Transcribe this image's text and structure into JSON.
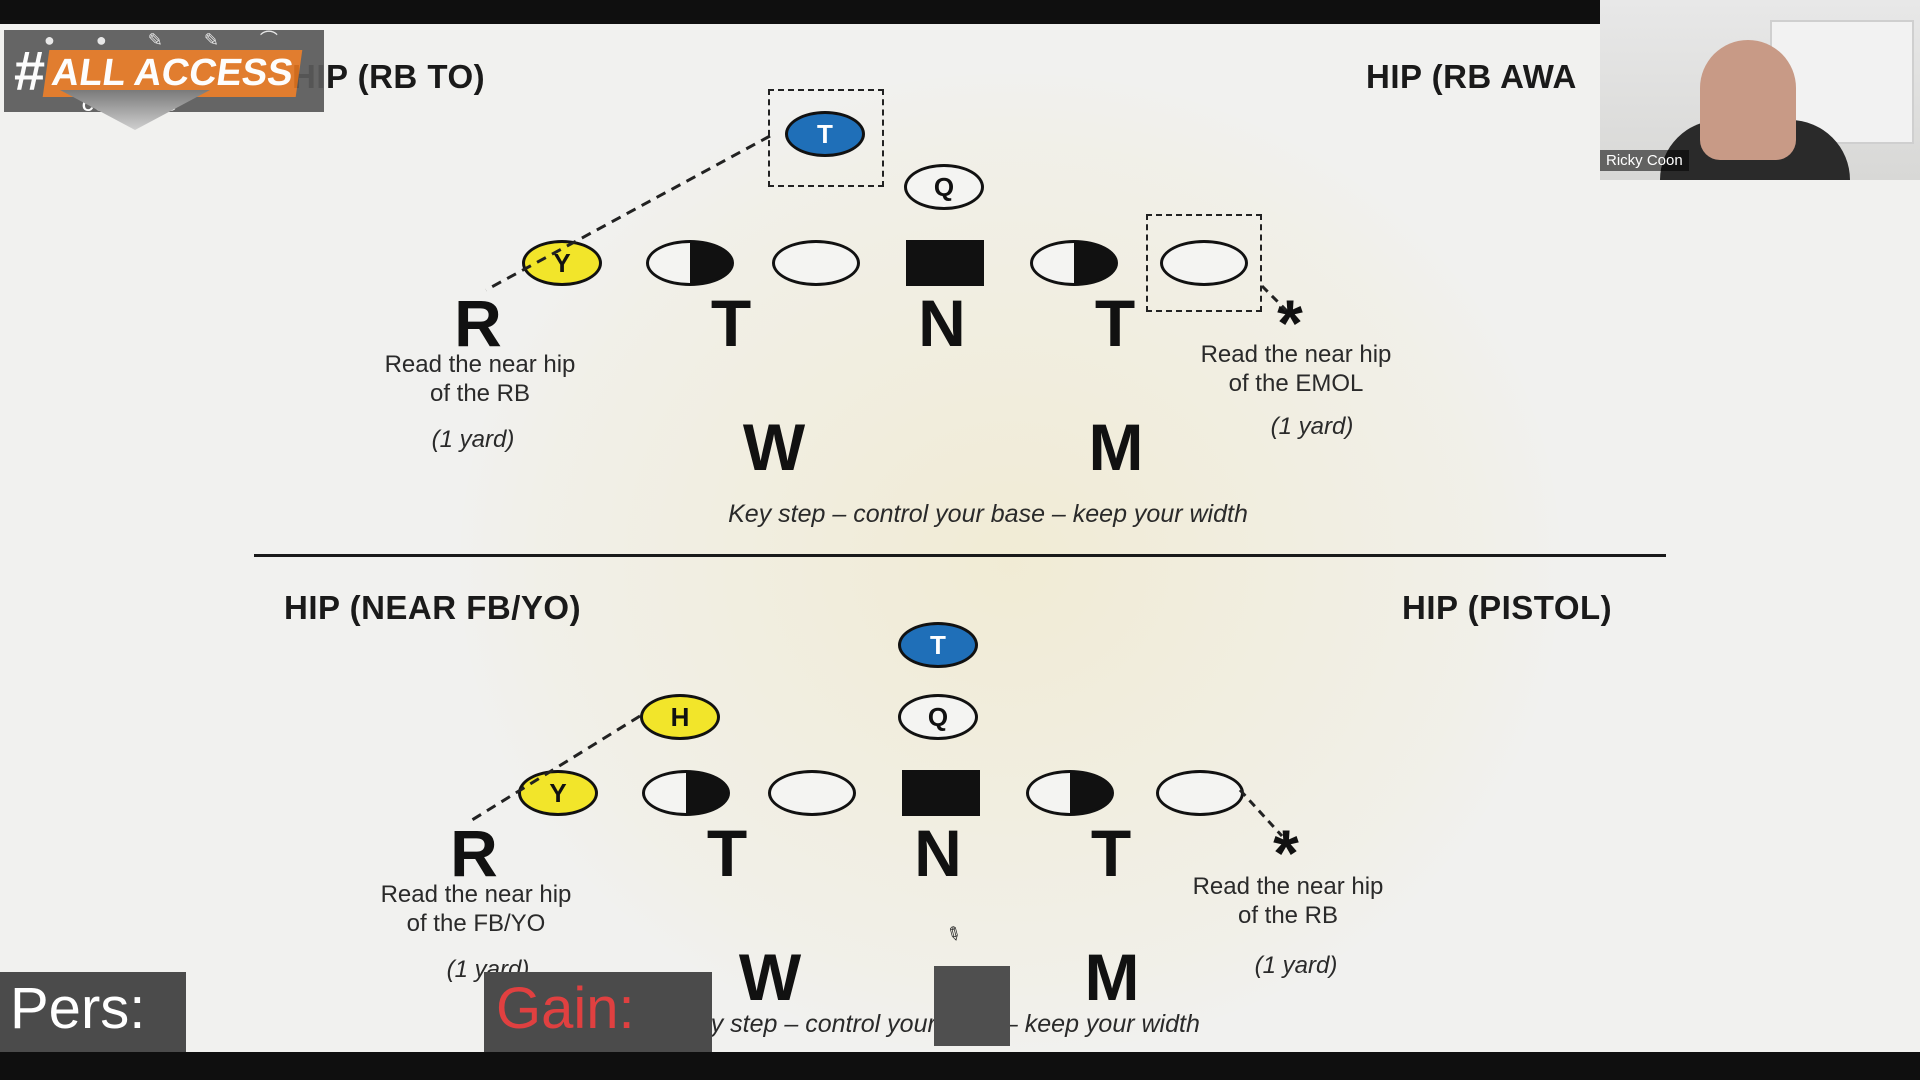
{
  "slide": {
    "top_left_title": "HIP (RB TO)",
    "top_right_title": "HIP (RB AWA",
    "bottom_left_title": "HIP (NEAR FB/YO)",
    "bottom_right_title": "HIP (PISTOL)",
    "key_step": "Key step – control your base – keep your width",
    "top": {
      "tokens": {
        "T": "T",
        "Q": "Q",
        "Y": "Y"
      },
      "letters": [
        "R",
        "T",
        "N",
        "T",
        "*",
        "W",
        "M"
      ],
      "left_note_line1": "Read the near hip",
      "left_note_line2": "of the RB",
      "left_yard": "(1 yard)",
      "right_note_line1": "Read the near hip",
      "right_note_line2": "of the EMOL",
      "right_yard": "(1 yard)"
    },
    "bottom": {
      "tokens": {
        "T": "T",
        "Q": "Q",
        "H": "H",
        "Y": "Y"
      },
      "letters": [
        "R",
        "T",
        "N",
        "T",
        "*",
        "W",
        "M"
      ],
      "left_note_line1": "Read the near hip",
      "left_note_line2": "of the FB/YO",
      "left_yard": "(1 yard)",
      "right_note_line1": "Read the near hip",
      "right_note_line2": "of the RB",
      "right_yard": "(1 yard)"
    }
  },
  "logo": {
    "hash": "#",
    "main": "ALL ACCESS",
    "sub": "COACHING"
  },
  "webcam": {
    "name": "Ricky Coon"
  },
  "overlay": {
    "pers_label": "Pers:",
    "gain_label": "Gain:"
  },
  "colors": {
    "blue_token": "#1f6fb8",
    "yellow_token": "#f2e52a",
    "gain_text": "#e04040"
  },
  "icons": {
    "cursor": "pencil-cursor-icon",
    "toolbar": "annotation-tools-icon"
  }
}
